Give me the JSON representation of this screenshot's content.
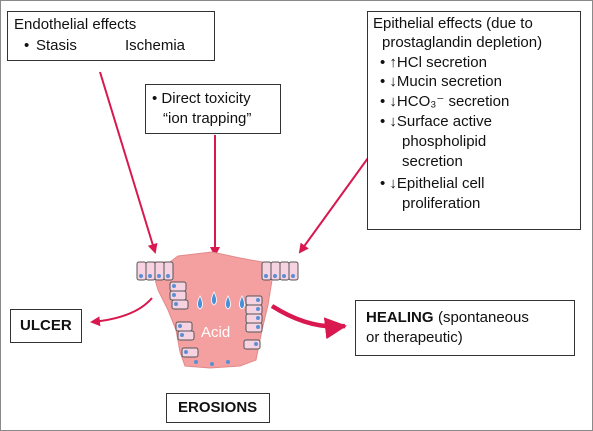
{
  "endothelial": {
    "title": "Endothelial effects",
    "bullet": "•",
    "from": "Stasis",
    "to": "Ischemia"
  },
  "direct": {
    "line1": "• Direct toxicity",
    "line2": "“ion trapping”"
  },
  "epithelial": {
    "title_line1": "Epithelial effects (due to",
    "title_line2": "prostaglandin depletion)",
    "items": [
      {
        "arrow": "↑",
        "lines": [
          "HCl secretion"
        ]
      },
      {
        "arrow": "↓",
        "lines": [
          "Mucin secretion"
        ]
      },
      {
        "arrow": "↓",
        "lines": [
          "HCO₃⁻ secretion"
        ]
      },
      {
        "arrow": "↓",
        "lines": [
          "Surface active",
          "phospholipid",
          "secretion"
        ]
      },
      {
        "arrow": "↓",
        "lines": [
          "Epithelial cell",
          "proliferation"
        ]
      }
    ]
  },
  "acid_label": "Acid",
  "ulcer_label": "ULCER",
  "erosions_label": "EROSIONS",
  "healing": {
    "bold": "HEALING",
    "rest_line1": "(spontaneous",
    "line2": "or therapeutic)"
  },
  "colors": {
    "arrow": "#d8184f",
    "tissue": "#f5a0a0",
    "cell_fill": "#f7d3e2",
    "cell_nucleus": "#5a8fd6",
    "droplet": "#4a90d9",
    "border": "#333333"
  }
}
